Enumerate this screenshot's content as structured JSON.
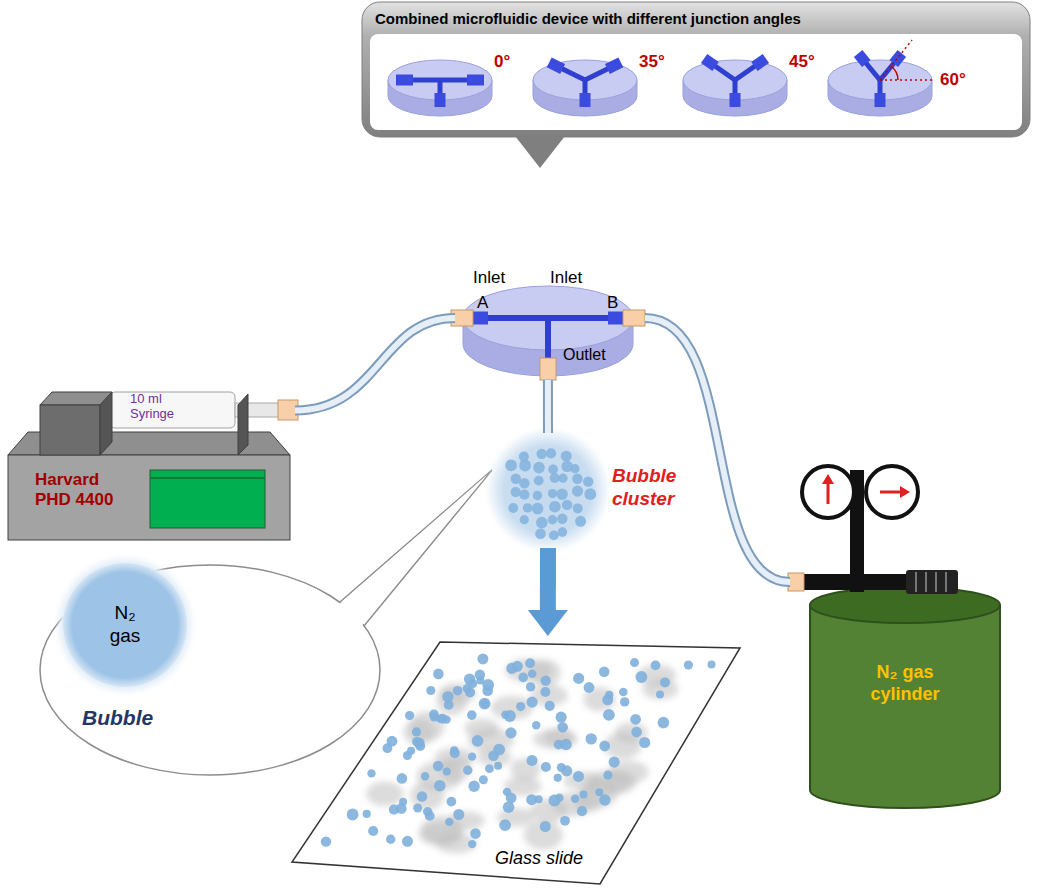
{
  "diagram": {
    "nodes": [
      {
        "text": [
          "Combined microfluidic device with different junction angles"
        ]
      },
      {
        "text": [
          "0°"
        ],
        "in": 0
      },
      {
        "text": [
          "35°"
        ],
        "in": 0
      },
      {
        "text": [
          "45°"
        ],
        "in": 0
      },
      {
        "text": [
          "60°"
        ],
        "in": 0
      },
      {
        "text": [
          "Inlet",
          "Inlet",
          "A",
          "B",
          "Outlet"
        ]
      },
      {
        "text": [
          "Harvard PHD 4400"
        ]
      },
      {
        "text": [
          "10 ml Syringe"
        ],
        "in": 6
      },
      {
        "text": [
          "N₂ gas cylinder"
        ]
      },
      {
        "text": [
          "Bubble cluster"
        ]
      },
      {
        "text": [
          "N₂ gas",
          "Bubble"
        ]
      },
      {
        "text": [
          "Glass slide"
        ]
      }
    ],
    "edges": [
      {
        "from": 7,
        "to": 5,
        "arrow": "none"
      },
      {
        "from": 8,
        "to": 5,
        "arrow": "none"
      },
      {
        "from": 5,
        "to": 9,
        "arrow": "none"
      },
      {
        "from": 9,
        "to": 11,
        "arrow": "to"
      }
    ]
  }
}
